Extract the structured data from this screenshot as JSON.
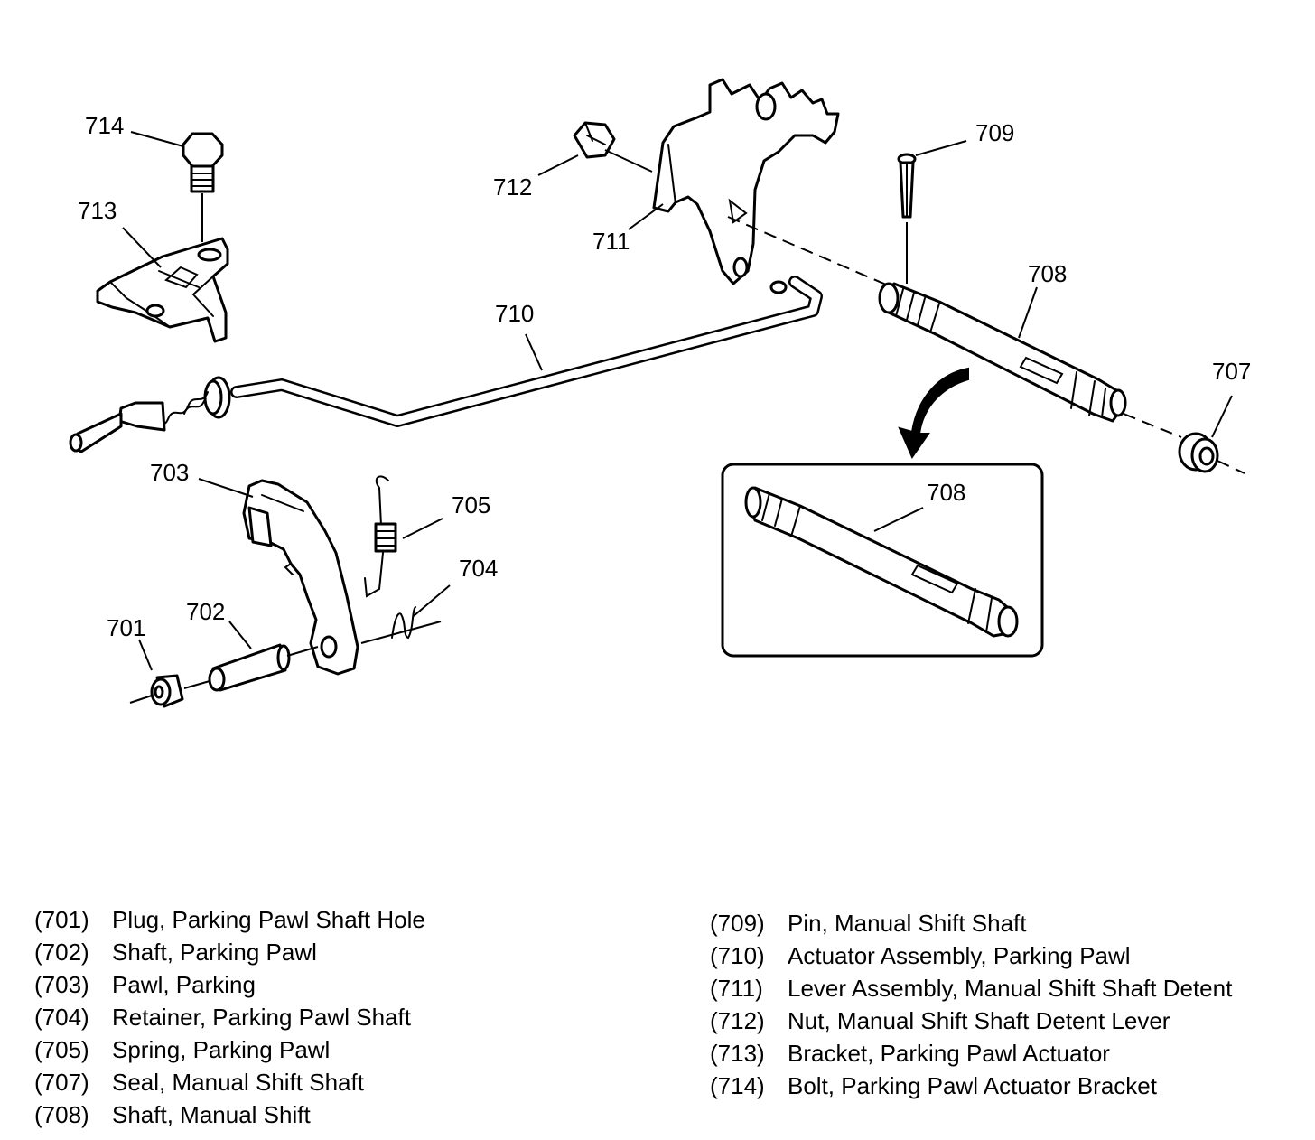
{
  "callouts": {
    "c701": "701",
    "c702": "702",
    "c703": "703",
    "c704": "704",
    "c705": "705",
    "c707": "707",
    "c708": "708",
    "c708_detail": "708",
    "c709": "709",
    "c710": "710",
    "c711": "711",
    "c712": "712",
    "c713": "713",
    "c714": "714"
  },
  "legend_left": [
    {
      "code": "(701)",
      "name": "Plug, Parking Pawl Shaft Hole"
    },
    {
      "code": "(702)",
      "name": "Shaft, Parking Pawl"
    },
    {
      "code": "(703)",
      "name": "Pawl, Parking"
    },
    {
      "code": "(704)",
      "name": "Retainer, Parking Pawl Shaft"
    },
    {
      "code": "(705)",
      "name": "Spring, Parking Pawl"
    },
    {
      "code": "(707)",
      "name": "Seal, Manual Shift Shaft"
    },
    {
      "code": "(708)",
      "name": "Shaft, Manual Shift"
    }
  ],
  "legend_right": [
    {
      "code": "(709)",
      "name": "Pin, Manual Shift Shaft"
    },
    {
      "code": "(710)",
      "name": "Actuator Assembly, Parking Pawl"
    },
    {
      "code": "(711)",
      "name": "Lever Assembly, Manual Shift Shaft Detent"
    },
    {
      "code": "(712)",
      "name": "Nut, Manual Shift Shaft Detent Lever"
    },
    {
      "code": "(713)",
      "name": "Bracket, Parking Pawl Actuator"
    },
    {
      "code": "(714)",
      "name": "Bolt, Parking Pawl Actuator Bracket"
    }
  ]
}
